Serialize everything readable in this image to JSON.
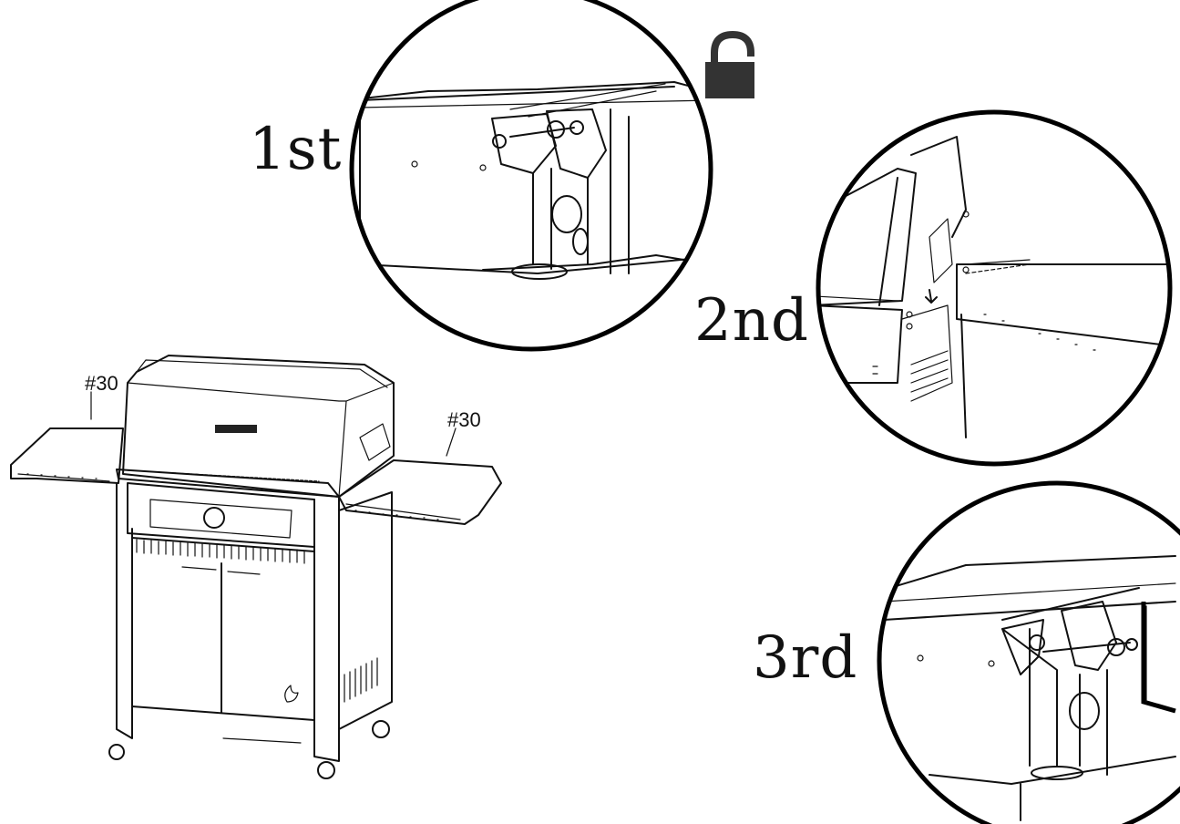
{
  "steps": [
    {
      "label": "1st"
    },
    {
      "label": "2nd"
    },
    {
      "label": "3rd"
    }
  ],
  "callouts": {
    "left_shelf": "#30",
    "right_shelf": "#30"
  },
  "icons": {
    "step1_status": "unlocked-padlock-icon"
  },
  "colors": {
    "line": "#111111",
    "icon_fill": "#333333"
  }
}
